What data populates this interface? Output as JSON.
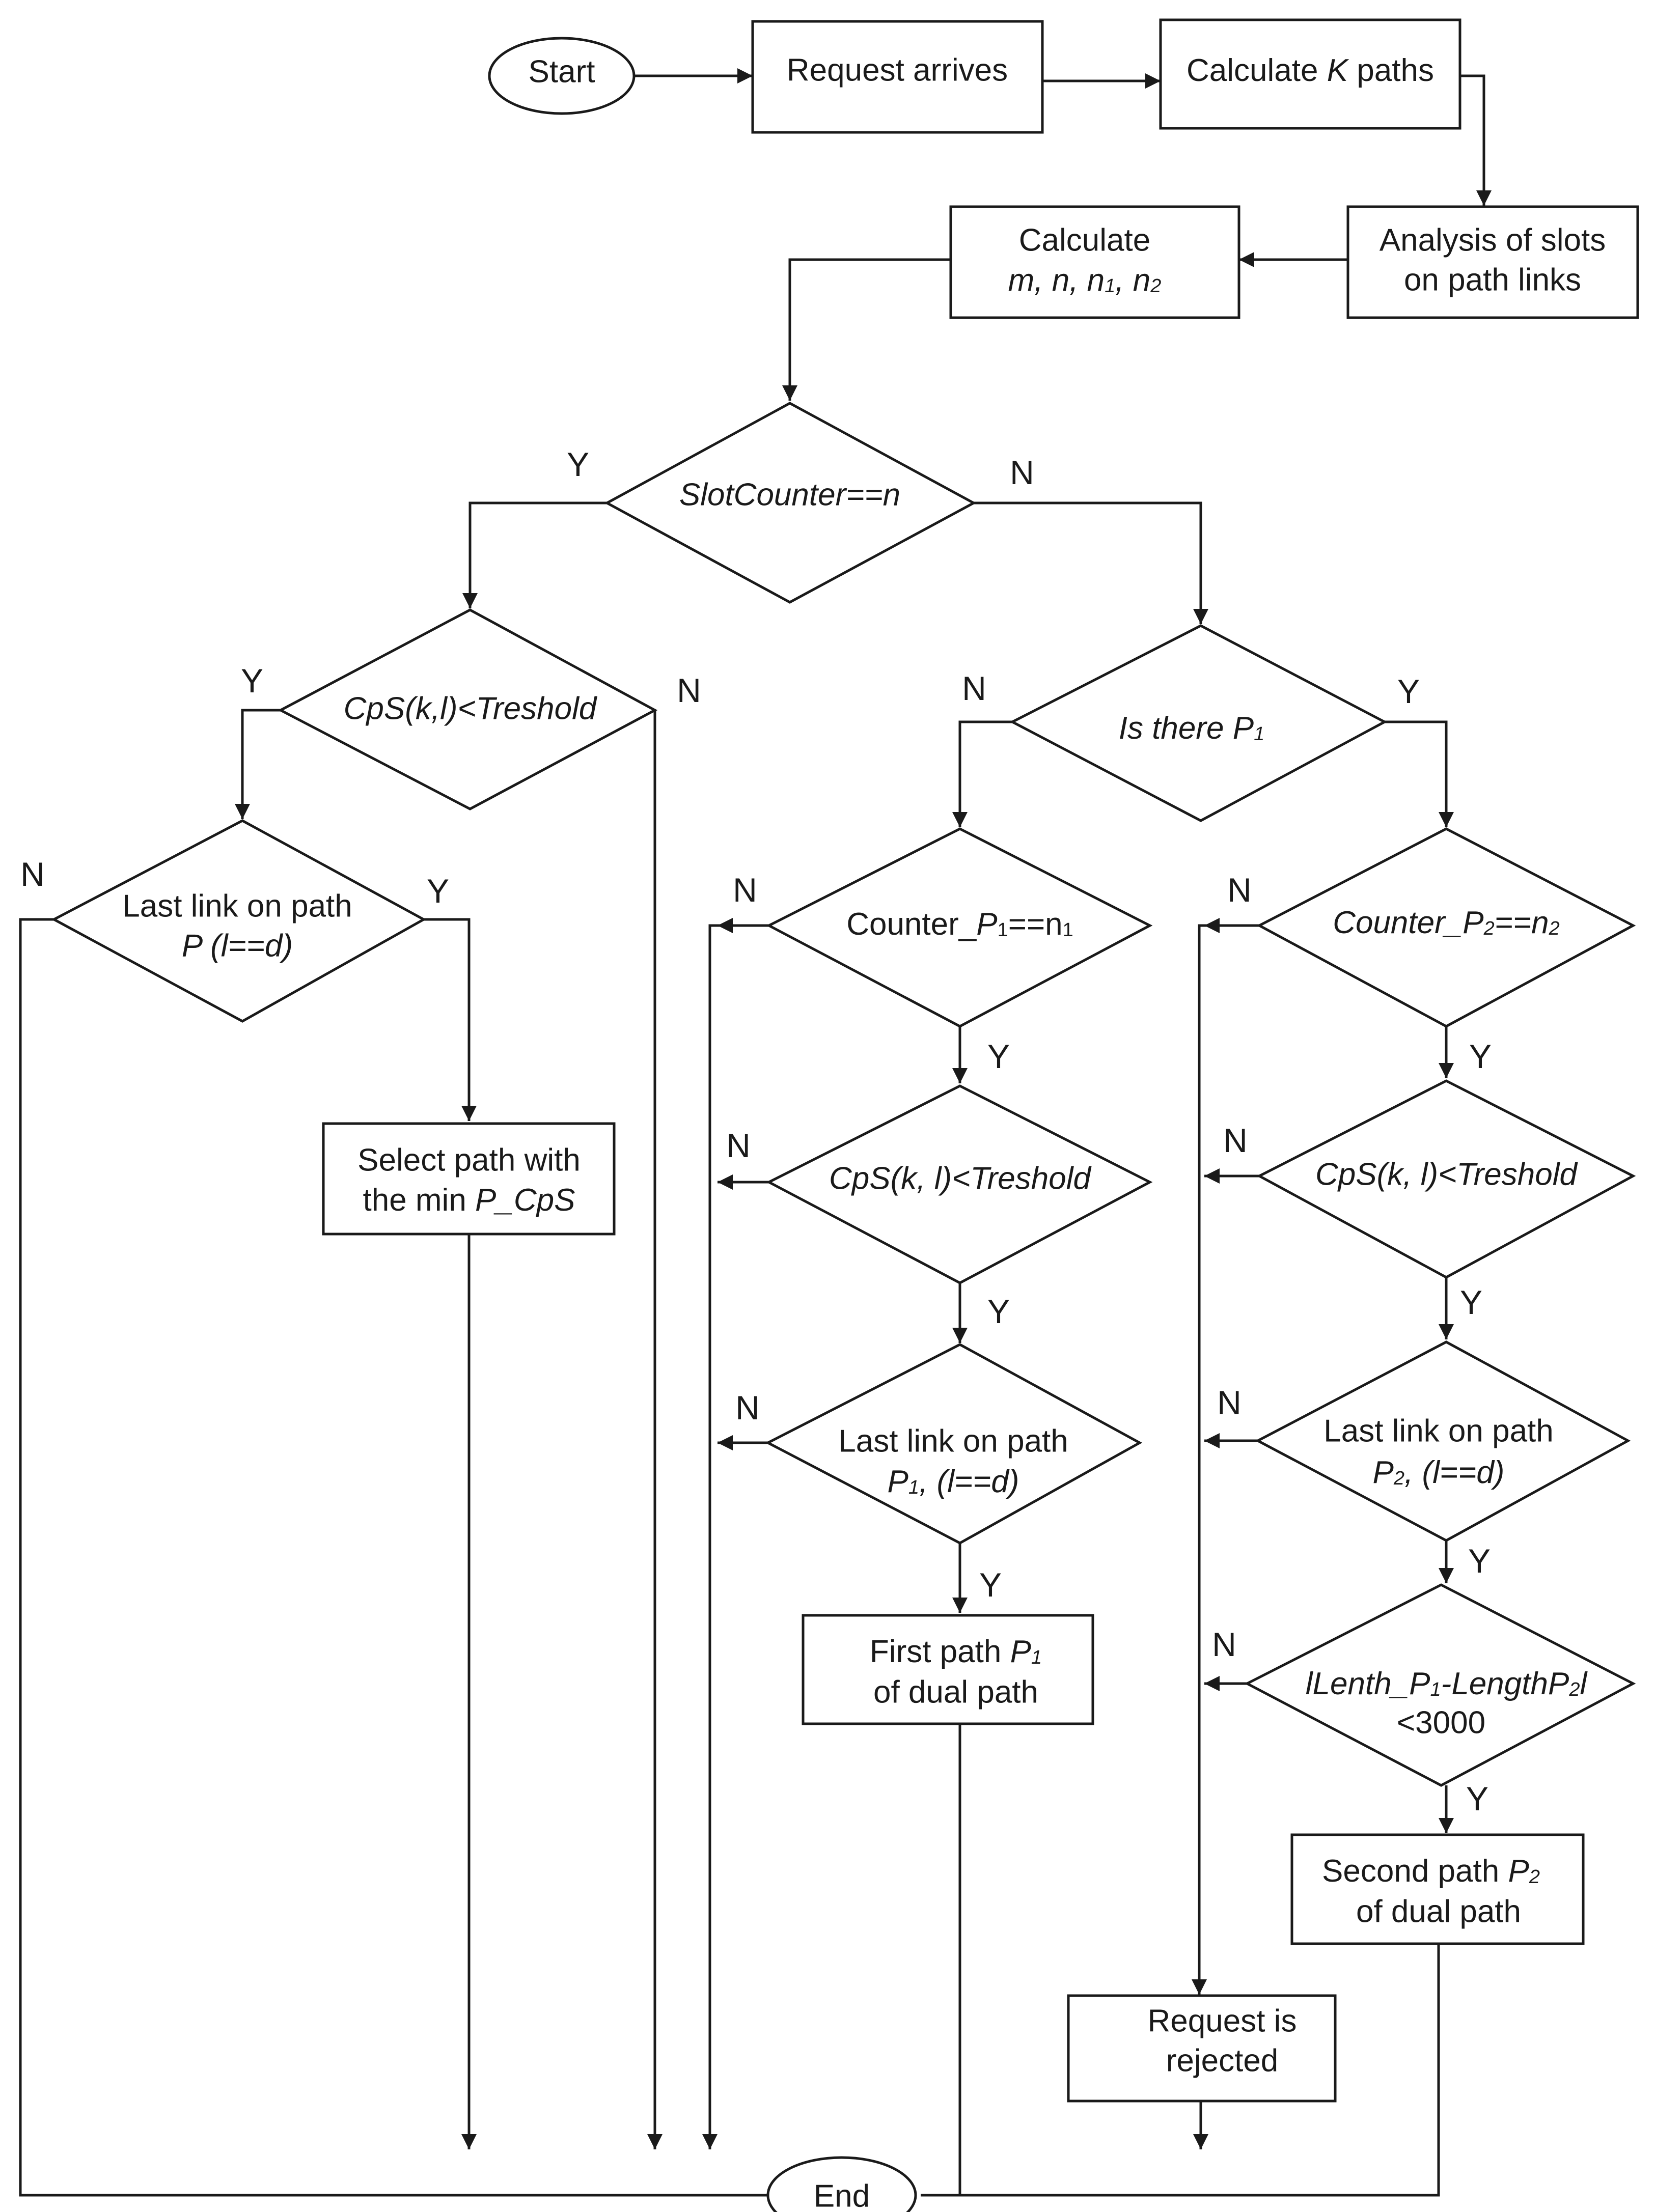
{
  "nodes": {
    "start": "Start",
    "request_arrives": "Request arrives",
    "calc_k": {
      "pre": "Calculate ",
      "var": "K",
      "post": " paths"
    },
    "analysis": [
      "Analysis of slots",
      "on path links"
    ],
    "calc_params": {
      "line1": "Calculate",
      "m": "m, n, n",
      "s1": "1",
      "sep": ", n",
      "s2": "2"
    },
    "slotcounter": "SlotCounter==n",
    "cps_left": "CpS(k,l)<Treshold",
    "last_link_p": {
      "line1": "Last link on path",
      "line2": "P (l==d)"
    },
    "select_min": {
      "line1": "Select path with",
      "pre": "the min ",
      "var": "P_CpS"
    },
    "is_there_p1": {
      "text": "Is there P",
      "sub": "1"
    },
    "counter_p1": {
      "pre": "Counter_",
      "p": "P",
      "s1": "1",
      "mid": "==n",
      "s2": "1"
    },
    "cps_mid": "CpS(k, l)<Treshold",
    "last_link_p1": {
      "line1": "Last link on path",
      "p": "P",
      "sub": "1",
      "rest": ", (l==d)"
    },
    "first_path": {
      "pre": "First path ",
      "p": "P",
      "sub": "1",
      "line2": "of dual path"
    },
    "counter_p2": {
      "text": "Counter_P",
      "s1": "2",
      "mid": "==n",
      "s2": "2"
    },
    "cps_right": "CpS(k, l)<Treshold",
    "last_link_p2": {
      "line1": "Last link on path",
      "p": "P",
      "sub": "2",
      "rest": ", (l==d)"
    },
    "length_diff": {
      "a": "lLenth_P",
      "s1": "1",
      "b": "-LengthP",
      "s2": "2",
      "c": "l",
      "line2": "<3000"
    },
    "second_path": {
      "pre": "Second path ",
      "p": "P",
      "sub": "2",
      "line2": "of dual path"
    },
    "rejected": [
      "Request is",
      "rejected"
    ],
    "end": "End"
  },
  "labels": {
    "yes": "Y",
    "no": "N"
  }
}
